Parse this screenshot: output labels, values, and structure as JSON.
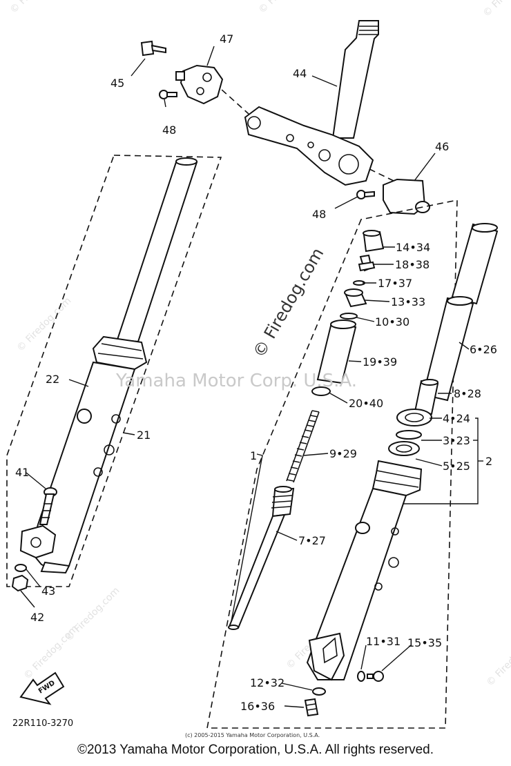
{
  "diagram": {
    "watermark_main": "Yamaha Motor Corp. U.S.A.",
    "watermark_site": "© Firedog.com",
    "watermark_tile": "© Firedog.com",
    "diagram_code": "22R110-3270",
    "small_copyright": "(c) 2005-2015 Yamaha Motor Corporation, U.S.A.",
    "fwd_label": "FWD",
    "labels": {
      "p1": "1",
      "p2": "2",
      "p21": "21",
      "p22": "22",
      "p41": "41",
      "p42": "42",
      "p43": "43",
      "p44": "44",
      "p45": "45",
      "p46": "46",
      "p47": "47",
      "p48a": "48",
      "p48b": "48",
      "p4_24": "4•24",
      "p3_23": "3•23",
      "p5_25": "5•25",
      "p6_26": "6•26",
      "p7_27": "7•27",
      "p8_28": "8•28",
      "p9_29": "9•29",
      "p10_30": "10•30",
      "p11_31": "11•31",
      "p12_32": "12•32",
      "p13_33": "13•33",
      "p14_34": "14•34",
      "p15_35": "15•35",
      "p16_36": "16•36",
      "p17_37": "17•37",
      "p18_38": "18•38",
      "p19_39": "19•39",
      "p20_40": "20•40"
    }
  },
  "footer": {
    "copyright": "©2013 Yamaha Motor Corporation, U.S.A. All rights reserved."
  }
}
